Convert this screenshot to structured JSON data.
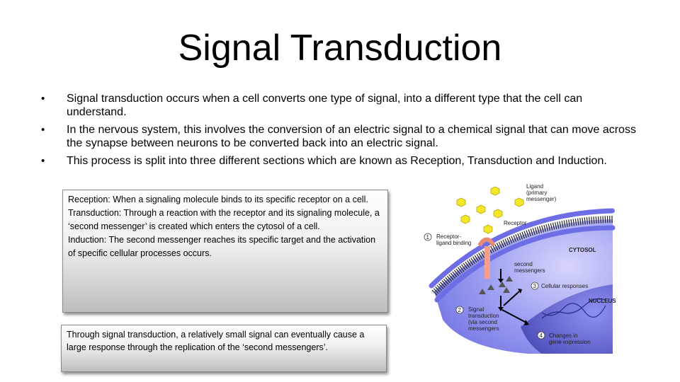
{
  "slide": {
    "title": "Signal Transduction",
    "bullets": [
      "Signal transduction occurs when a cell converts one type of signal, into a different type that the cell can understand.",
      "In the nervous system, this involves the conversion of an electric signal to a chemical signal that can move across the synapse between neurons to be converted back into an electric signal.",
      "This process is split into three different sections which are known as Reception, Transduction and Induction."
    ],
    "box1": {
      "reception": "Reception: When a signaling molecule binds to its specific receptor on a cell.",
      "transduction": "Transduction: Through a reaction with the receptor and its signaling molecule, a ‘second messenger’ is created which enters the cytosol of a cell.",
      "induction": "Induction: The second messenger reaches its specific target and the activation of specific cellular processes occurs."
    },
    "box2": {
      "text": "Through signal transduction, a relatively small signal can eventually cause a large response through the replication of the ‘second messengers’."
    }
  },
  "diagram": {
    "ligand_line1": "Ligand",
    "ligand_line2": "(primary",
    "ligand_line3": "messenger)",
    "receptor": "Receptor",
    "step1_num": "1",
    "step1_line1": "Receptor-",
    "step1_line2": "ligand binding",
    "cytosol": "CYTOSOL",
    "second_line1": "second",
    "second_line2": "messengers",
    "step3_num": "3",
    "step3_text": "Cellular responses",
    "nucleus": "NUCLEUS",
    "step2_num": "2",
    "step2_line1": "Signal",
    "step2_line2": "transduction",
    "step2_line3": "(via second",
    "step2_line4": "messengers",
    "step4_num": "4",
    "step4_line1": "Changes in",
    "step4_line2": "gene expression",
    "colors": {
      "cytosol": "#8f8ff0",
      "nucleus": "#5a5ac8",
      "ligand": "#f5e62a",
      "receptor": "#f4a08c",
      "membrane_head": "#6d6de6"
    }
  }
}
